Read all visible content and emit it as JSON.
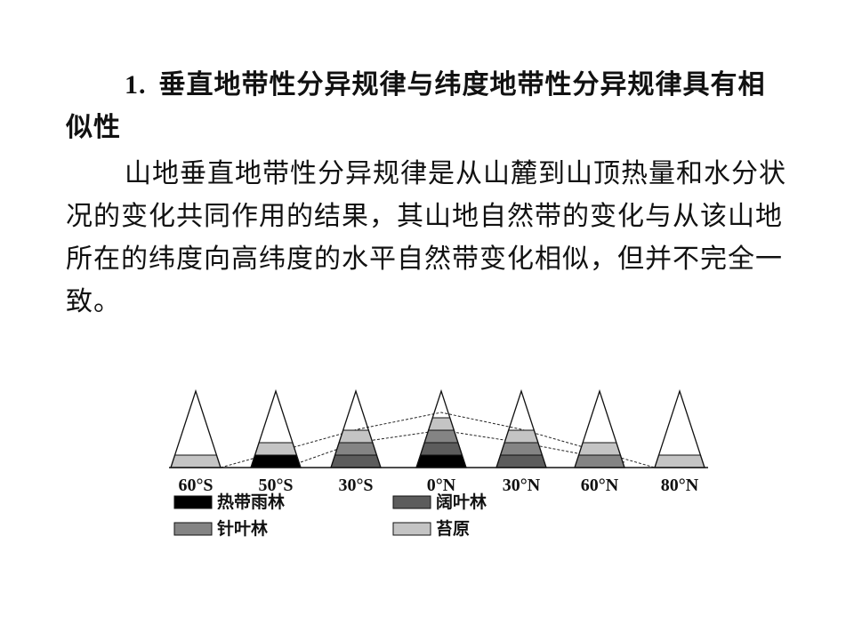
{
  "heading": {
    "number": "1.",
    "text": "垂直地带性分异规律与纬度地带性分异规律具有相似性"
  },
  "paragraph": "山地垂直地带性分异规律是从山麓到山顶热量和水分状况的变化共同作用的结果，其山地自然带的变化与从该山地所在的纬度向高纬度的水平自然带变化相似，但并不完全一致。",
  "figure": {
    "latitudes": [
      "60°S",
      "50°S",
      "30°S",
      "0°N",
      "30°N",
      "60°N",
      "80°N"
    ],
    "colors": {
      "tropical_rainforest": "#000000",
      "broadleaf_forest": "#5c5c5c",
      "coniferous_forest": "#848484",
      "tundra": "#c4c4c4"
    },
    "legend": [
      {
        "key": "tropical_rainforest",
        "label": "热带雨林"
      },
      {
        "key": "broadleaf_forest",
        "label": "阔叶林"
      },
      {
        "key": "coniferous_forest",
        "label": "针叶林"
      },
      {
        "key": "tundra",
        "label": "苔原"
      }
    ],
    "mountains": [
      {
        "latitude": "60°S",
        "bands": [
          "tundra"
        ]
      },
      {
        "latitude": "50°S",
        "bands": [
          "tropical_rainforest",
          "tundra"
        ]
      },
      {
        "latitude": "30°S",
        "bands": [
          "broadleaf_forest",
          "coniferous_forest",
          "tundra"
        ]
      },
      {
        "latitude": "0°N",
        "bands": [
          "tropical_rainforest",
          "broadleaf_forest",
          "coniferous_forest",
          "tundra"
        ]
      },
      {
        "latitude": "30°N",
        "bands": [
          "broadleaf_forest",
          "coniferous_forest",
          "tundra"
        ]
      },
      {
        "latitude": "60°N",
        "bands": [
          "coniferous_forest",
          "tundra"
        ]
      },
      {
        "latitude": "80°N",
        "bands": [
          "tundra"
        ]
      }
    ]
  }
}
